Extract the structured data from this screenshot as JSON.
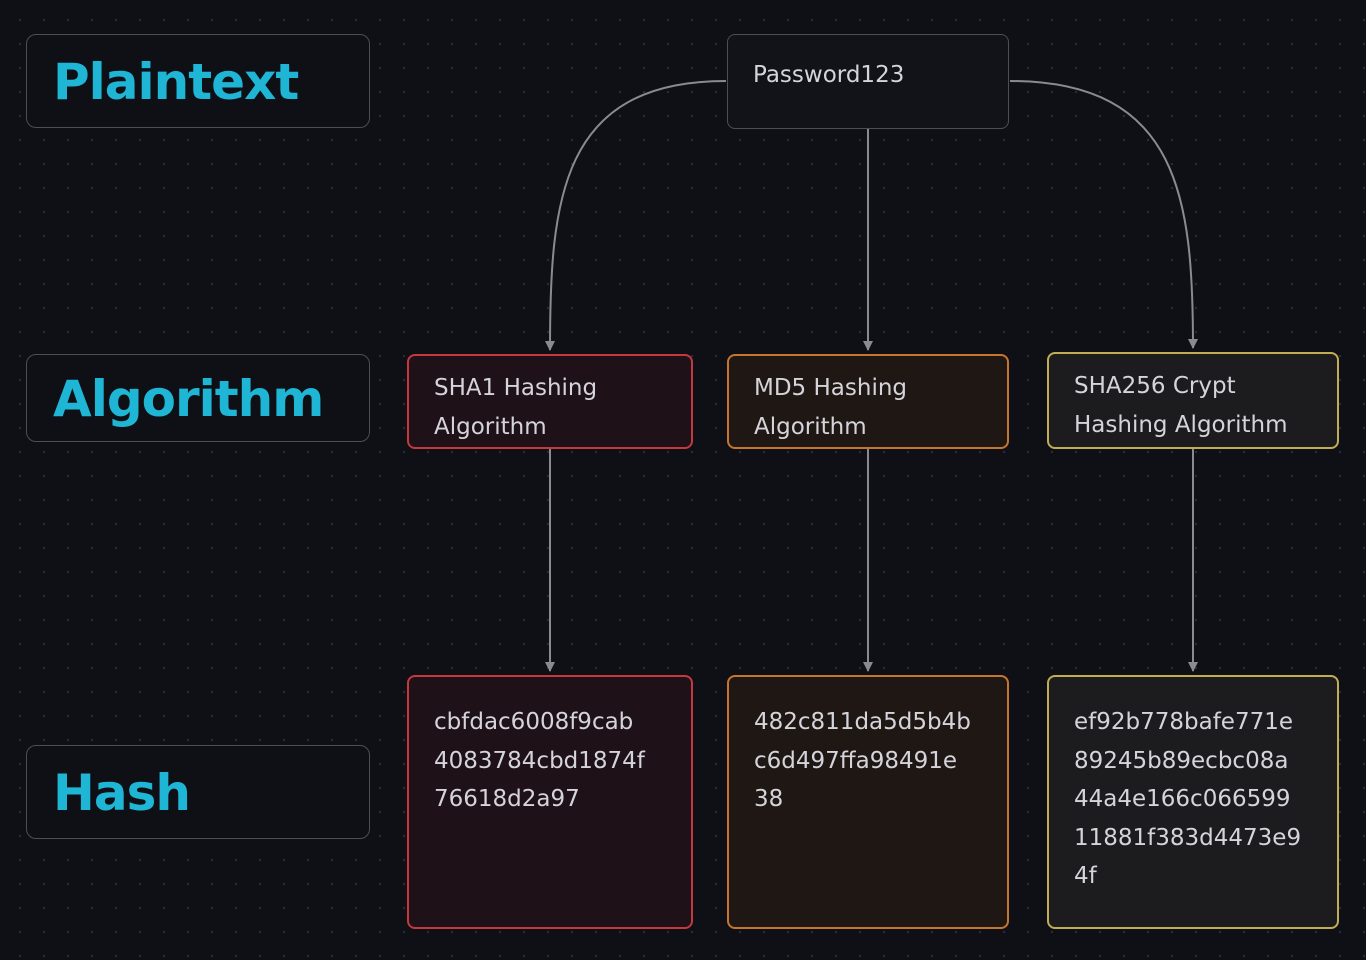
{
  "rows": {
    "plaintext": "Plaintext",
    "algorithm": "Algorithm",
    "hash": "Hash"
  },
  "plaintext_node": "Password123",
  "algorithms": [
    {
      "label": "SHA1 Hashing\nAlgorithm",
      "color": "#c53840"
    },
    {
      "label": "MD5 Hashing\nAlgorithm",
      "color": "#c5752e"
    },
    {
      "label": "SHA256 Crypt\nHashing Algorithm",
      "color": "#c3ad52"
    }
  ],
  "hashes": [
    {
      "value": "cbfdac6008f9cab\n4083784cbd1874f\n76618d2a97"
    },
    {
      "value": "482c811da5d5b4b\nc6d497ffa98491e\n38"
    },
    {
      "value": "ef92b778bafe771e\n89245b89ecbc08a\n44a4e166c066599\n11881f383d4473e9\n4f"
    }
  ],
  "colors": {
    "label_text": "#1fb6d6",
    "edge": "#8a8a90",
    "sha1": "#c53840",
    "md5": "#c5752e",
    "sha256": "#c3ad52"
  }
}
